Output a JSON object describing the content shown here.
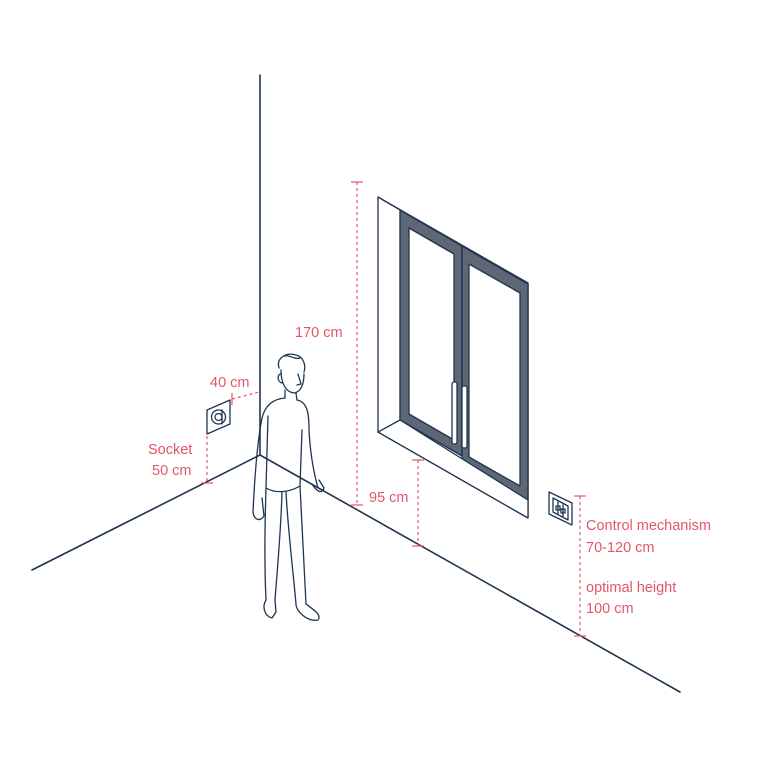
{
  "labels": {
    "window_height": "170 cm",
    "sill_height": "95 cm",
    "socket_distance": "40 cm",
    "socket_title": "Socket",
    "socket_height": "50 cm",
    "control_title": "Control mechanism",
    "control_range": "70-120 cm",
    "optimal_title": "optimal height",
    "optimal_value": "100 cm"
  },
  "colors": {
    "line": "#1f3550",
    "dimension": "#e2566a",
    "frame": "#5d6775",
    "background": "#ffffff"
  },
  "icons": {
    "socket": "socket-icon",
    "control": "switch-icon",
    "person": "person-figure"
  }
}
